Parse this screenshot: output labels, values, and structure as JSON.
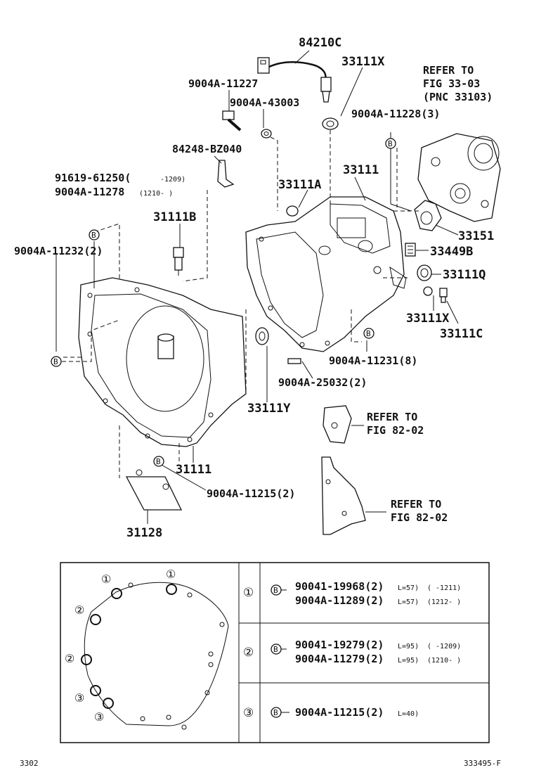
{
  "labels": {
    "l84210C": "84210C",
    "l33111X_top": "33111X",
    "l9004A11227": "9004A-11227",
    "l9004A43003": "9004A-43003",
    "refer_top_1": "REFER TO",
    "refer_top_2": "FIG 33-03",
    "refer_top_3": "(PNC 33103)",
    "l9004A11228": "9004A-11228(3)",
    "l84248BZ040": "84248-BZ040",
    "l33111_top": "33111",
    "l33111A": "33111A",
    "l91619": "91619-61250(",
    "l91619_range": "-1209)",
    "l9004A11278": "9004A-11278",
    "l9004A11278_range": "(1210-     )",
    "l31111B": "31111B",
    "l33151": "33151",
    "l9004A11232": "9004A-11232(2)",
    "l33449B": "33449B",
    "l33111Q": "33111Q",
    "l33111X_right": "33111X",
    "l33111C": "33111C",
    "l9004A11231": "9004A-11231(8)",
    "l9004A25032": "9004A-25032(2)",
    "l33111Y": "33111Y",
    "refer_mid_1": "REFER TO",
    "refer_mid_2": "FIG 82-02",
    "l31111": "31111",
    "l9004A11215": "9004A-11215(2)",
    "refer_bot_1": "REFER TO",
    "refer_bot_2": "FIG 82-02",
    "l31128": "31128",
    "markB": "B"
  },
  "table": {
    "rows": [
      {
        "num": "①",
        "lines": [
          {
            "mark": "B",
            "part": "90041-19968(2)",
            "len": "L=57)",
            "range": "(     -1211)"
          },
          {
            "mark": "",
            "part": "9004A-11289(2)",
            "len": "L=57)",
            "range": "(1212-     )"
          }
        ]
      },
      {
        "num": "②",
        "lines": [
          {
            "mark": "B",
            "part": "90041-19279(2)",
            "len": "L=95)",
            "range": "(     -1209)"
          },
          {
            "mark": "",
            "part": "9004A-11279(2)",
            "len": "L=95)",
            "range": "(1210-     )"
          }
        ]
      },
      {
        "num": "③",
        "lines": [
          {
            "mark": "B",
            "part": "9004A-11215(2)",
            "len": "L=40)",
            "range": ""
          }
        ]
      }
    ],
    "circle_marks": [
      "①",
      "①",
      "②",
      "②",
      "③",
      "③"
    ]
  },
  "footer": {
    "left": "3302",
    "right": "333495-F"
  }
}
